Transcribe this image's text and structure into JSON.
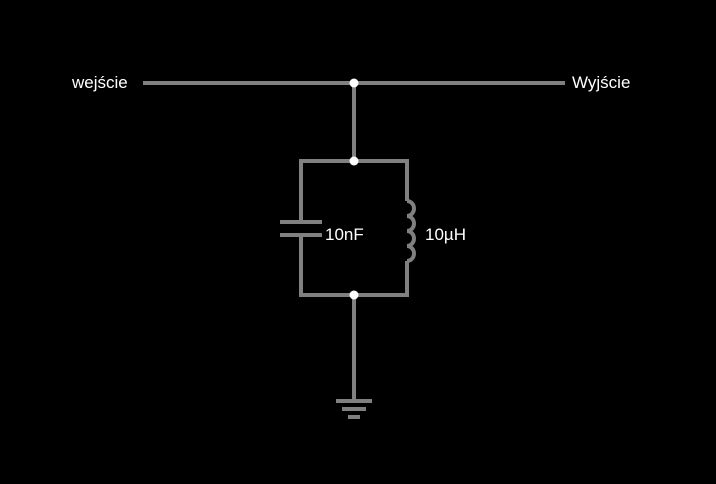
{
  "circuit": {
    "input_label": "wejście",
    "output_label": "Wyjście",
    "capacitor": {
      "value_label": "10nF",
      "icon": "capacitor-symbol"
    },
    "inductor": {
      "value_label": "10µH",
      "icon": "inductor-coil-symbol"
    },
    "ground": {
      "icon": "ground-symbol"
    },
    "colors": {
      "background": "#000000",
      "wire": "#808080",
      "node": "#ffffff",
      "text": "#ffffff"
    }
  }
}
